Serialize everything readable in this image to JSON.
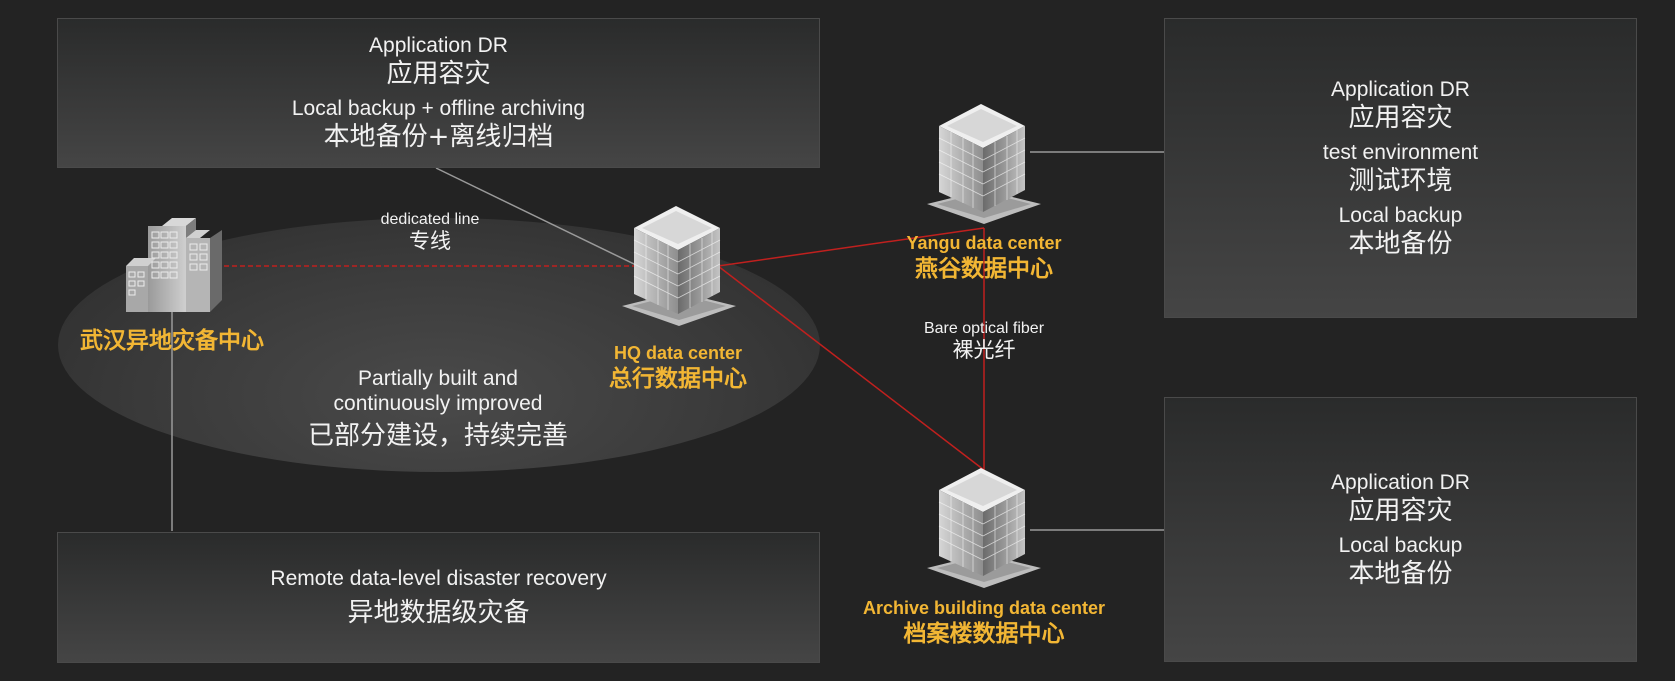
{
  "panels": {
    "top_left": {
      "line1_en": "Application DR",
      "line1_zh": "应用容灾",
      "line2_en": "Local backup + offline archiving",
      "line2_zh": "本地备份+离线归档"
    },
    "bottom_left": {
      "line1_en": "Remote data-level disaster recovery",
      "line1_zh": "异地数据级灾备"
    },
    "top_right": {
      "line1_en": "Application DR",
      "line1_zh": "应用容灾",
      "line2_en": "test environment",
      "line2_zh": "测试环境",
      "line3_en": "Local backup",
      "line3_zh": "本地备份"
    },
    "bottom_right": {
      "line1_en": "Application DR",
      "line1_zh": "应用容灾",
      "line2_en": "Local backup",
      "line2_zh": "本地备份"
    }
  },
  "nodes": {
    "wuhan": {
      "zh": "武汉异地灾备中心"
    },
    "hq": {
      "en": "HQ data center",
      "zh": "总行数据中心"
    },
    "yangu": {
      "en": "Yangu data center",
      "zh": "燕谷数据中心"
    },
    "archive": {
      "en": "Archive building data center",
      "zh": "档案楼数据中心"
    }
  },
  "links": {
    "dedicated": {
      "en": "dedicated line",
      "zh": "专线"
    },
    "fiber": {
      "en": "Bare optical fiber",
      "zh": "裸光纤"
    }
  },
  "ellipse_note": {
    "en1": "Partially built and",
    "en2": "continuously improved",
    "zh": "已部分建设，持续完善"
  },
  "colors": {
    "accent": "#f2b634",
    "link_red": "#c0201e",
    "connector_gray": "#9a9a9a"
  }
}
